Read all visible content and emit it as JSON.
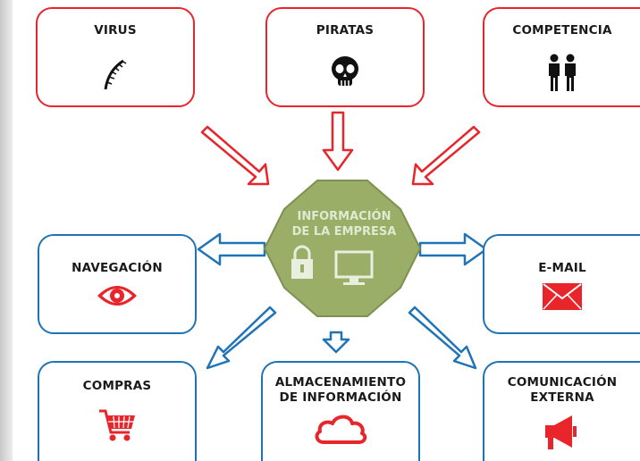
{
  "center": {
    "label": "INFORMACIÓN\nDE LA EMPRESA",
    "icons": [
      "lock-icon",
      "monitor-icon"
    ]
  },
  "threats": [
    {
      "label": "VIRUS",
      "icon": "virus-icon"
    },
    {
      "label": "PIRATAS",
      "icon": "skull-icon"
    },
    {
      "label": "COMPETENCIA",
      "icon": "people-icon"
    }
  ],
  "assets": [
    {
      "label": "NAVEGACIÓN",
      "icon": "eye-icon"
    },
    {
      "label": "E-MAIL",
      "icon": "envelope-icon"
    },
    {
      "label": "COMPRAS",
      "icon": "shopping-cart-icon"
    },
    {
      "label": "ALMACENAMIENTO\nDE INFORMACIÓN",
      "icon": "cloud-icon"
    },
    {
      "label": "COMUNICACIÓN\nEXTERNA",
      "icon": "megaphone-icon"
    }
  ],
  "colors": {
    "threat": "#e8252b",
    "asset": "#1f73b7",
    "center": "#9aae68",
    "icon": "#e8252b"
  }
}
